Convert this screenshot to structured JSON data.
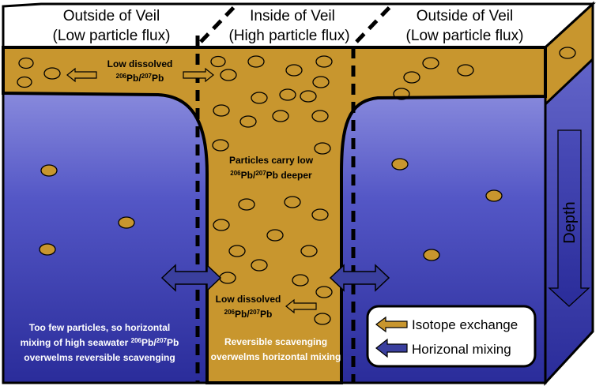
{
  "header": {
    "left_line1": "Outside of Veil",
    "left_line2": "(Low particle flux)",
    "center_line1": "Inside of Veil",
    "center_line2": "(High particle flux)",
    "right_line1": "Outside of Veil",
    "right_line2": "(Low particle flux)"
  },
  "surface_label": {
    "line1": "Low dissolved",
    "iso_a": "206",
    "pb_a": "Pb/",
    "iso_b": "207",
    "pb_b": "Pb"
  },
  "deep_label": {
    "line1": "Low dissolved",
    "iso_a": "206",
    "pb_a": "Pb/",
    "iso_b": "207",
    "pb_b": "Pb"
  },
  "particles_label": {
    "line1": "Particles carry low",
    "iso_a": "206",
    "pb_a": "Pb/",
    "iso_b": "207",
    "pb_b": "Pb deeper"
  },
  "left_note": {
    "line1": "Too few particles, so horizontal",
    "line2_a": "mixing of high seawater ",
    "iso_a": "206",
    "pb_a": "Pb/",
    "iso_b": "207",
    "pb_b": "Pb",
    "line3": "overwelms reversible scavenging"
  },
  "center_note": {
    "line1": "Reversible scavenging",
    "line2": "overwelms horizontal mixing"
  },
  "axis": {
    "depth": "Depth"
  },
  "legend": {
    "isotope_exchange": "Isotope exchange",
    "horizontal_mixing": "Horizonal mixing"
  },
  "colors": {
    "particle_gold": "#c8962e",
    "water_dark": "#2c2e9c",
    "water_light": "#8e8fe0",
    "mixing_arrow": "#3a3f9e"
  }
}
